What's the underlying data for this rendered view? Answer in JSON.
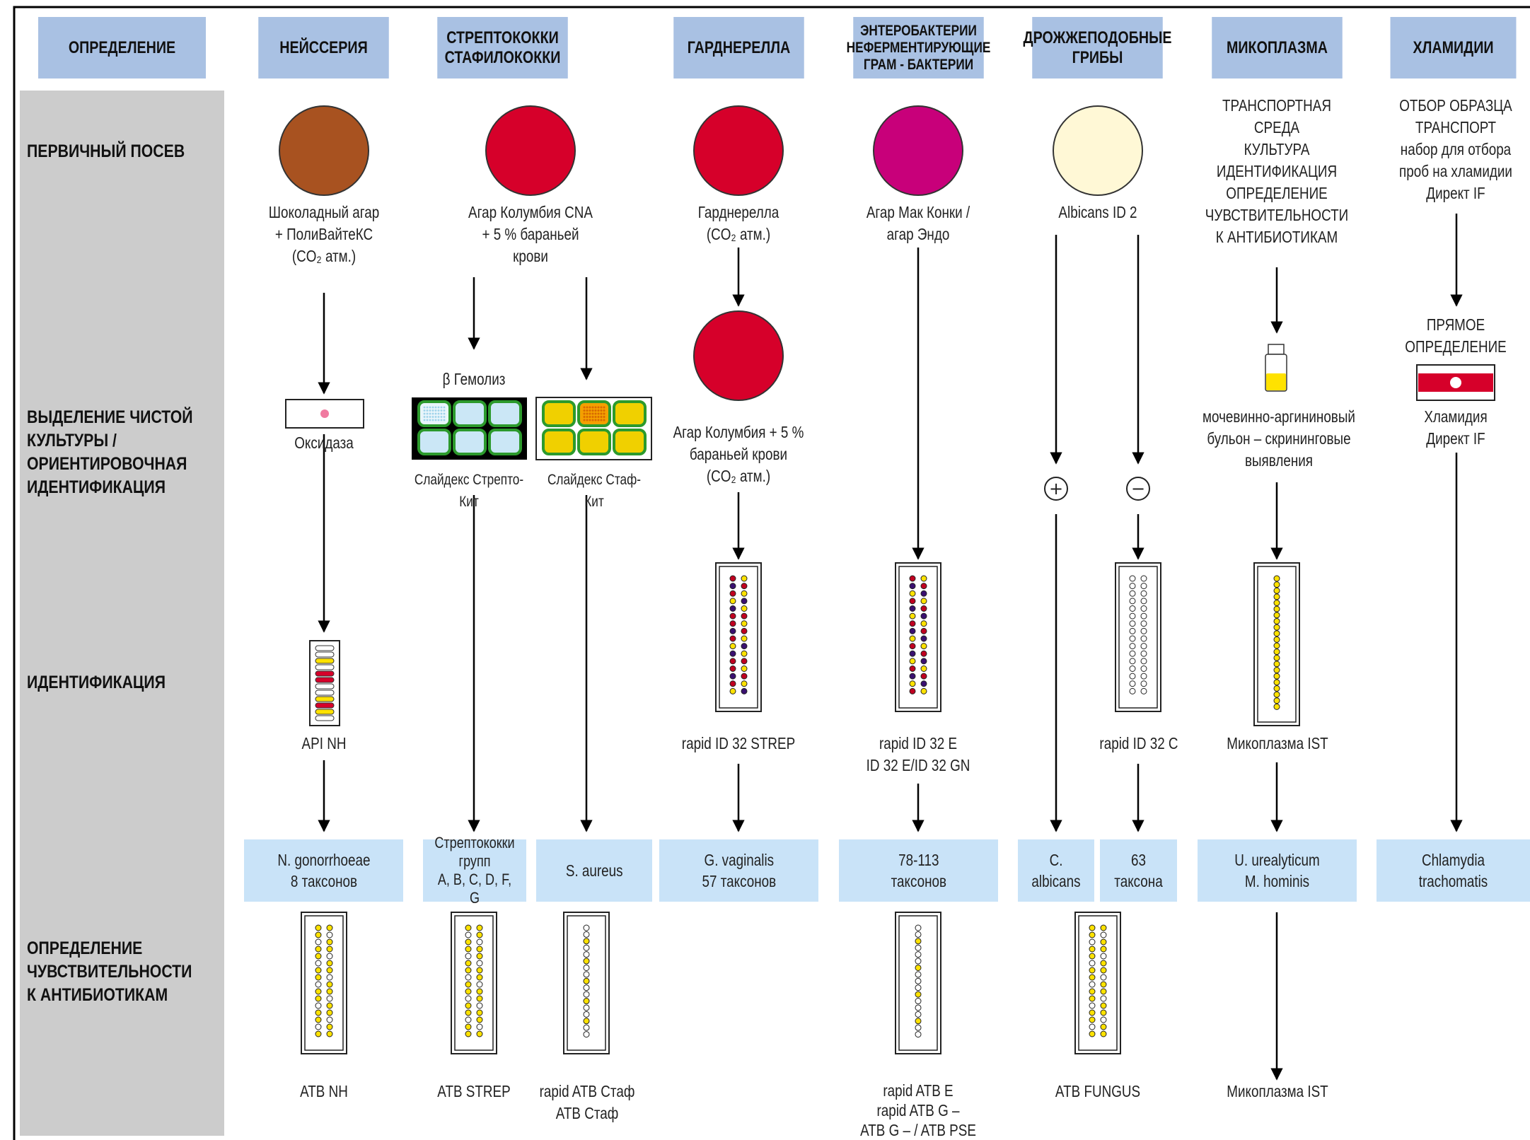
{
  "colors": {
    "header_bg": "#a9c1e3",
    "result_bg": "#c9e3f8",
    "left_col_bg": "#cccccc",
    "chocolate": "#a85220",
    "blood": "#d6002a",
    "macconkey": "#c8007a",
    "albicans": "#fff8d6",
    "slidex_green": "#2c9a2c",
    "slidex_blue": "#cbe7f6",
    "slidex_yellow": "#f0d000",
    "vial_yellow": "#ffe200"
  },
  "headers": {
    "definition": "ОПРЕДЕЛЕНИЕ",
    "neisseria": "НЕЙССЕРИЯ",
    "strep_line1": "СТРЕПТОКОККИ",
    "strep_line2": "СТАФИЛОКОККИ",
    "gardnerella": "ГАРДНЕРЕЛЛА",
    "entero_line1": "ЭНТЕРОБАКТЕРИИ",
    "entero_line2": "НЕФЕРМЕНТИРУЮЩИЕ",
    "entero_line3": "ГРАМ - БАКТЕРИИ",
    "yeast_line1": "ДРОЖЖЕПОДОБНЫЕ",
    "yeast_line2": "ГРИБЫ",
    "mycoplasma": "МИКОПЛАЗМА",
    "chlamydia": "ХЛАМИДИИ"
  },
  "rows": {
    "primary": "ПЕРВИЧНЫЙ ПОСЕВ",
    "isolation": "ВЫДЕЛЕНИЕ ЧИСТОЙ\nКУЛЬТУРЫ /\nОРИЕНТИРОВОЧНАЯ\nИДЕНТИФИКАЦИЯ",
    "identification": "ИДЕНТИФИКАЦИЯ",
    "susceptibility": "ОПРЕДЕЛЕНИЕ\nЧУВСТВИТЕЛЬНОСТИ\nК АНТИБИОТИКАМ"
  },
  "labels": {
    "choc_agar": "Шоколадный агар\n+ ПолиВайтеКС",
    "choc_atm": "(CO₂ атм.)",
    "columbia_cna": "Агар Колумбия CNA\n+ 5 % бараньей\nкрови",
    "gardnerella_medium": "Гарднерелла\n(CO₂ атм.)",
    "macconkey": "Агар Мак Конки /\nагар Эндо",
    "albicans_id2": "Albicans ID 2",
    "myco_text": "ТРАНСПОРТНАЯ\nСРЕДА\nКУЛЬТУРА\nИДЕНТИФИКАЦИЯ\nОПРЕДЕЛЕНИЕ\nЧУВСТВИТЕЛЬНОСТИ\nК АНТИБИОТИКАМ",
    "chlam_text": "ОТБОР ОБРАЗЦА\nТРАНСПОРТ\nнабор для отбора\nпроб на хламидии\nДирект IF",
    "oxidase": "Оксидаза",
    "beta_hemolysis": "β Гемолиз",
    "slidex_strep": "Слайдекс Стрепто-Кит",
    "slidex_staph": "Слайдекс Стаф-Кит",
    "columbia_blood": "Агар Колумбия + 5 %\nбараньей крови\n(CO₂ атм.)",
    "urea_broth": "мочевинно-аргининовый\nбульон – скрининговые\nвыявления",
    "direct_detection": "ПРЯМОЕ\nОПРЕДЕЛЕНИЕ",
    "chlam_direct": "Хламидия\nДирект IF",
    "plus_sign": "+",
    "minus_sign": "−",
    "api_nh": "API  NH",
    "rapid_strep": "rapid ID 32 STREP",
    "rapid_e": "rapid ID 32 E\nID 32 E/ID 32 GN",
    "rapid_c": "rapid ID 32 C",
    "myco_ist": "Микоплазма IST",
    "atb_nh": "ATB  NH",
    "atb_strep": "ATB  STREP",
    "rapid_atb_staph": "rapid ATB Стаф\nATB  Стаф",
    "rapid_atb_e": "rapid ATB E\nrapid ATB G –\nATB G – / ATB PSE",
    "atb_fungus": "ATB  FUNGUS",
    "myco_ist_bottom": "Микоплазма IST"
  },
  "results": {
    "neisseria": "N. gonorrhoeae\n8 таксонов",
    "strep": "Стрептококки\nгрупп\nA, B, C, D, F, G",
    "staph": "S. aureus",
    "gardnerella": "G. vaginalis\n57 таксонов",
    "entero": "78-113\nтаксонов",
    "albicans": "C. albicans",
    "yeast": "63 таксона",
    "myco": "U. urealyticum\nM. hominis",
    "chlam": "Chlamydia trachomatis"
  }
}
